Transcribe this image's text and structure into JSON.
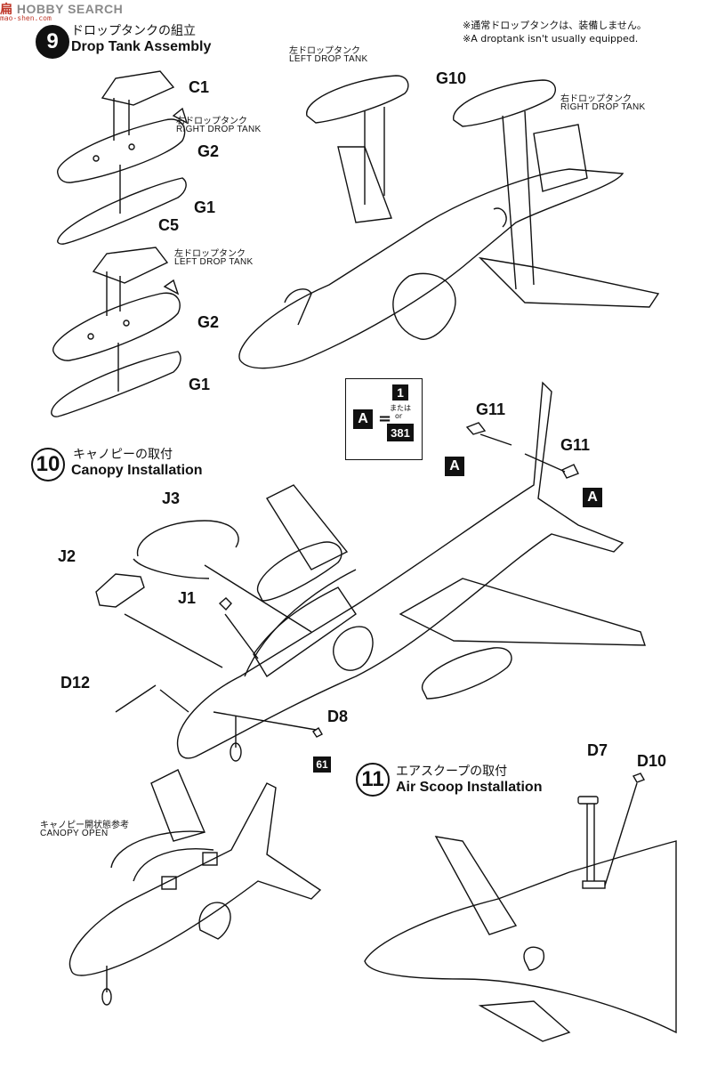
{
  "watermark": {
    "text_cn": "扁",
    "text_en": "HOBBY SEARCH",
    "sub": "mao-shen.com"
  },
  "steps": {
    "s9": {
      "num": "9",
      "jp": "ドロップタンクの組立",
      "en": "Drop Tank Assembly"
    },
    "s10": {
      "num": "10",
      "jp": "キャノピーの取付",
      "en": "Canopy Installation"
    },
    "s11": {
      "num": "11",
      "jp": "エアスクープの取付",
      "en": "Air Scoop Installation"
    }
  },
  "note": {
    "jp": "※通常ドロップタンクは、装備しません。",
    "en": "※A droptank isn't usually equipped."
  },
  "labels": {
    "right_tank_jp": "右ドロップタンク",
    "right_tank_en": "RIGHT DROP TANK",
    "left_tank_jp": "左ドロップタンク",
    "left_tank_en": "LEFT DROP TANK",
    "canopy_open_jp": "キャノピー開状態参考",
    "canopy_open_en": "CANOPY OPEN"
  },
  "parts": {
    "C1": "C1",
    "G2": "G2",
    "G1": "G1",
    "C5": "C5",
    "G10": "G10",
    "G11": "G11",
    "J3": "J3",
    "J2": "J2",
    "J1": "J1",
    "D12": "D12",
    "D8": "D8",
    "D7": "D7",
    "D10": "D10"
  },
  "legend": {
    "a": "A",
    "eq": "=",
    "one": "1",
    "mataha": "または",
    "or": "or",
    "num381": "381"
  },
  "marks": {
    "a": "A",
    "n61": "61"
  }
}
